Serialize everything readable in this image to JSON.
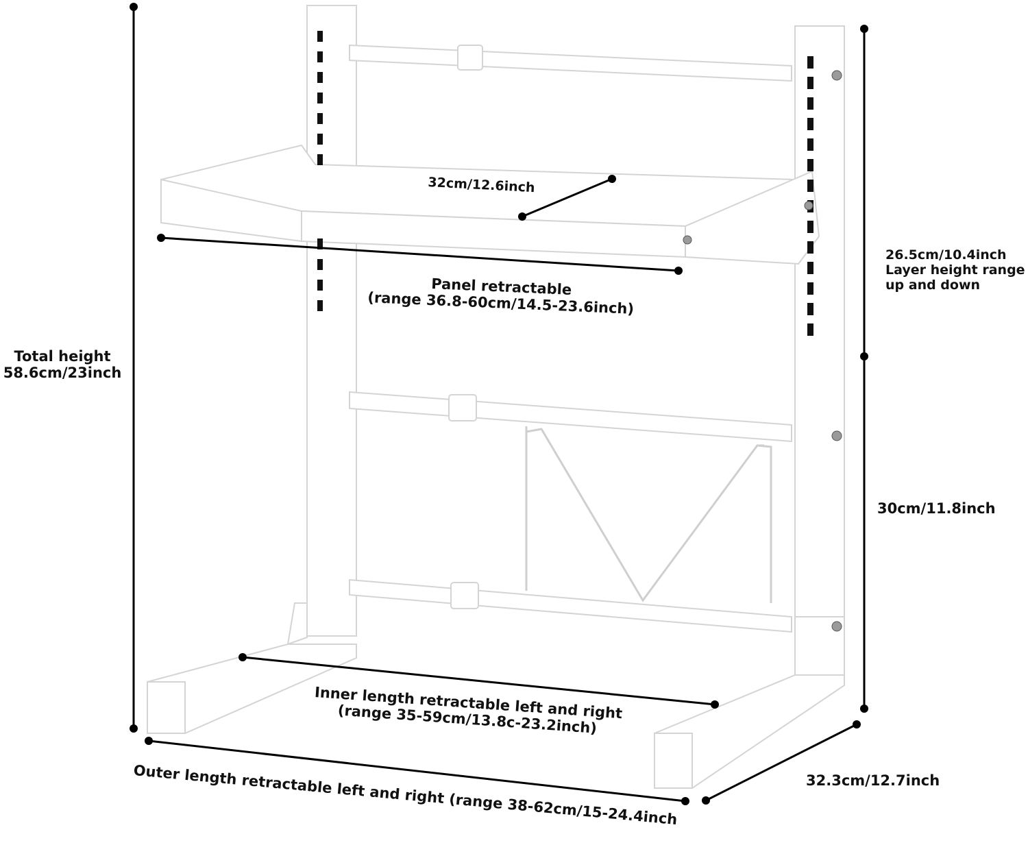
{
  "labels": {
    "total_height": [
      "Total height",
      "58.6cm/23inch"
    ],
    "panel_depth": "32cm/12.6inch",
    "panel_retractable": [
      "Panel retractable",
      "(range 36.8-60cm/14.5-23.6inch)"
    ],
    "layer_height": [
      "26.5cm/10.4inch",
      "Layer height range",
      "up and down"
    ],
    "lower_height": "30cm/11.8inch",
    "inner_length": [
      "Inner length retractable left and right",
      "(range 35-59cm/13.8c-23.2inch)"
    ],
    "outer_length": "Outer length retractable left and right (range 38-62cm/15-24.4inch",
    "base_depth": "32.3cm/12.7inch"
  },
  "colors": {
    "line": "#000000",
    "frame_fill": "#ffffff",
    "frame_stroke": "#d4d4d4",
    "slot": "#111111",
    "screw": "#9a9a9a",
    "text": "#111111"
  }
}
